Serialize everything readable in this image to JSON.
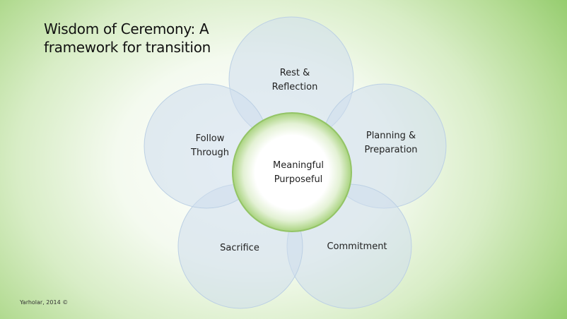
{
  "title": {
    "line1": "Wisdom of Ceremony: A",
    "line2": "framework for transition"
  },
  "diagram": {
    "center": {
      "line1": "Meaningful",
      "line2": "Purposeful"
    },
    "nodes": [
      {
        "id": "rest-reflection",
        "line1": "Rest &",
        "line2": "Reflection"
      },
      {
        "id": "planning-preparation",
        "line1": "Planning &",
        "line2": "Preparation"
      },
      {
        "id": "commitment",
        "line1": "Commitment",
        "line2": ""
      },
      {
        "id": "sacrifice",
        "line1": "Sacrifice",
        "line2": ""
      },
      {
        "id": "follow-through",
        "line1": "Follow",
        "line2": "Through"
      }
    ]
  },
  "footer": {
    "credit": "Yarholar, 2014 ©"
  },
  "colors": {
    "background_edge": "#8cc863",
    "background_center": "#ffffff",
    "petal_fill": "#cddcec",
    "petal_stroke": "#bcd0e4",
    "center_ring": "#93c466",
    "center_fill": "#ffffff"
  }
}
